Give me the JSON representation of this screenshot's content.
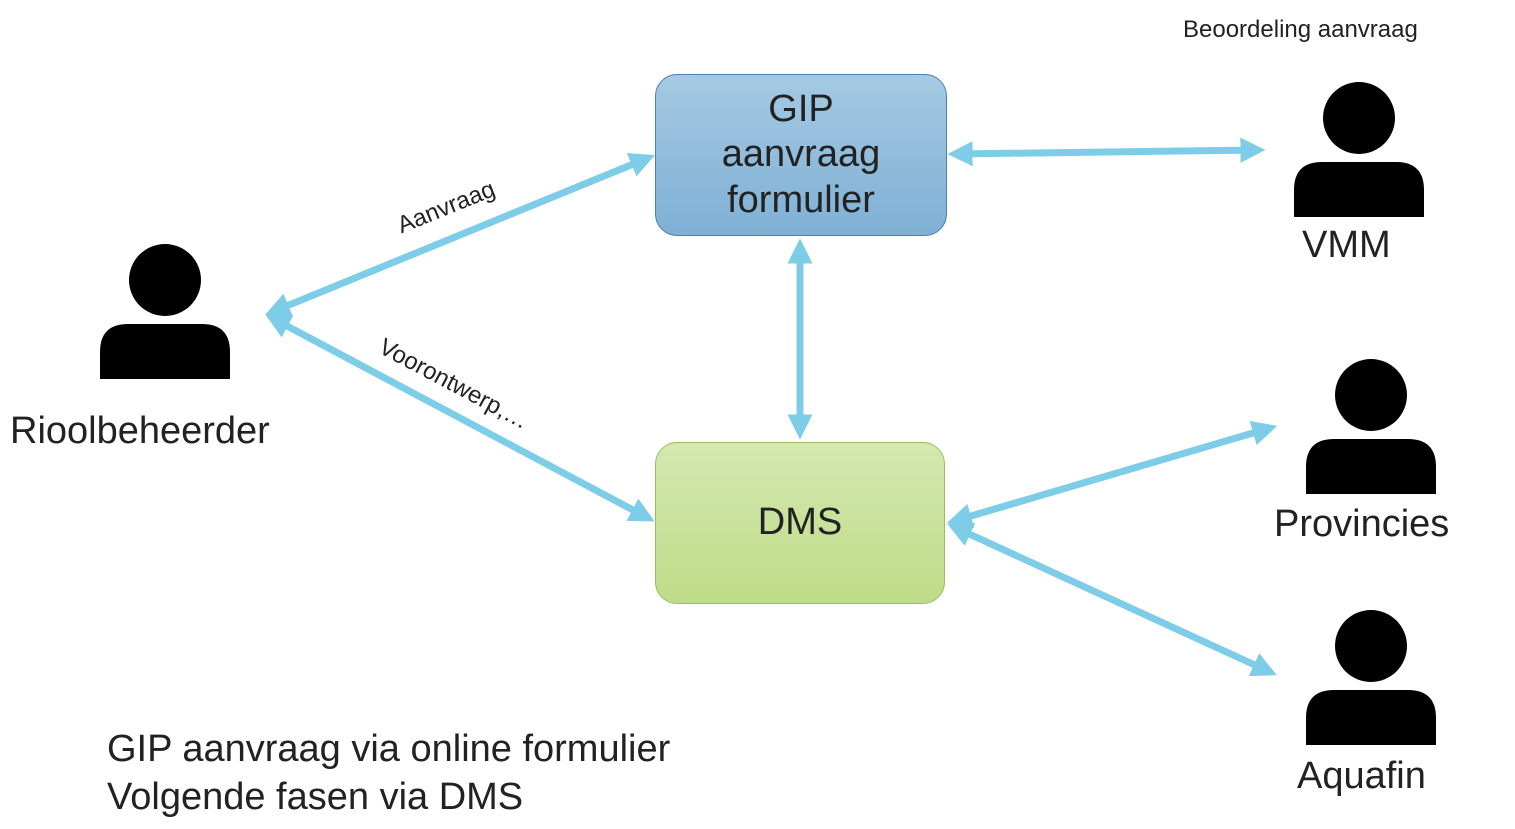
{
  "nodes": {
    "gip_form": {
      "lines": [
        "GIP",
        "aanvraag",
        "formulier"
      ]
    },
    "dms": {
      "label": "DMS"
    }
  },
  "actors": {
    "rioolbeheerder": {
      "label": "Rioolbeheerder"
    },
    "vmm": {
      "label": "VMM",
      "role": "Beoordeling aanvraag"
    },
    "provincies": {
      "label": "Provincies"
    },
    "aquafin": {
      "label": "Aquafin"
    }
  },
  "edges": {
    "aanvraag": "Aanvraag",
    "voorontwerp": "Voorontwerp,…"
  },
  "notes": [
    "GIP aanvraag via online formulier",
    "Volgende fasen via DMS"
  ],
  "colors": {
    "arrow": "#7ecde8",
    "gip_fill": "#8fbcdc",
    "dms_fill": "#c8e29c"
  },
  "icons": [
    "person-icon"
  ]
}
